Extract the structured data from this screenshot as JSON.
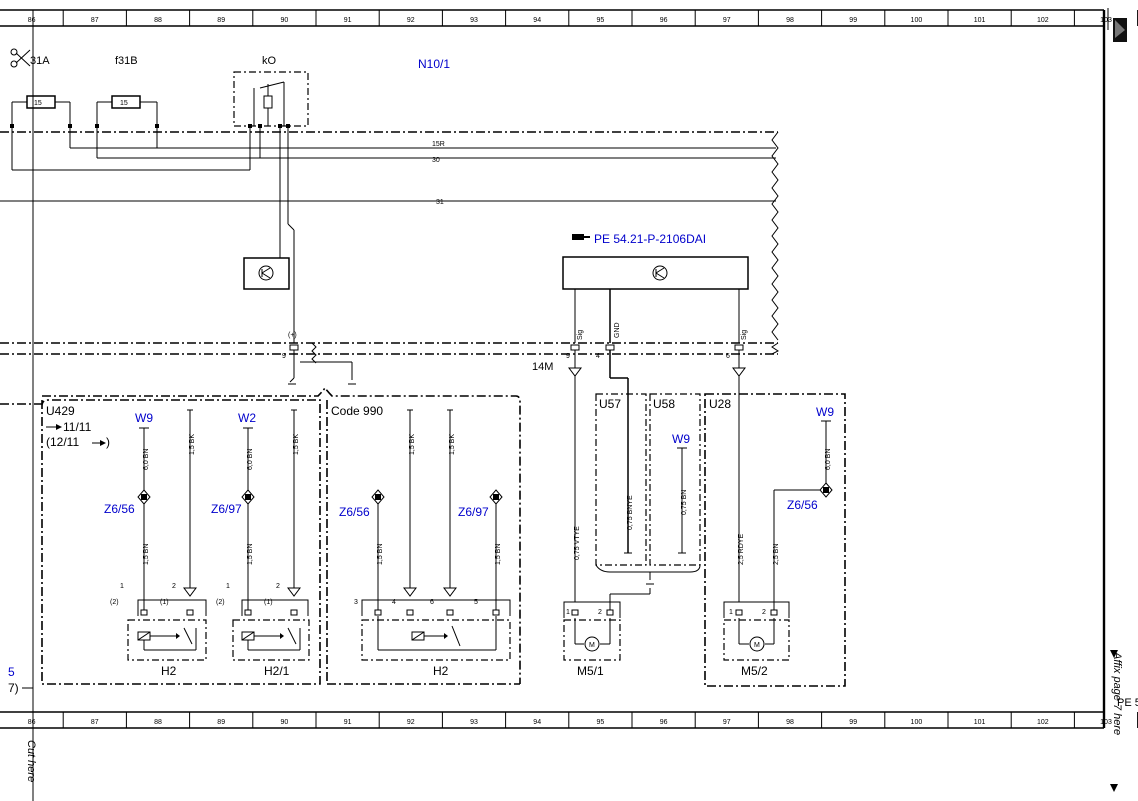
{
  "grid": {
    "columns": [
      "86",
      "87",
      "88",
      "89",
      "90",
      "91",
      "92",
      "93",
      "94",
      "95",
      "96",
      "97",
      "98",
      "99",
      "100",
      "101",
      "102",
      "103"
    ]
  },
  "fuses": {
    "f31a": "31A",
    "f31b": "f31B",
    "fuse_rating": "15",
    "relay": "kO"
  },
  "module": {
    "name": "N10/1",
    "bus_15r": "15R",
    "bus_30": "30",
    "bus_31": "31"
  },
  "reference": {
    "text": "PE 54.21-P-2106DAI"
  },
  "connector": {
    "pin9": "9",
    "pin4": "4",
    "pin6": "6",
    "ground": "14M",
    "sig": "Sig",
    "gnd": "GND",
    "plus": "(+)"
  },
  "groups": {
    "u429": "U429",
    "u429_from": "11/11",
    "u429_until": "(12/11",
    "code990": "Code 990",
    "u57": "U57",
    "u58": "U58",
    "u28": "U28"
  },
  "grounds": {
    "w9": "W9",
    "w2": "W2"
  },
  "points": {
    "z656": "Z6/56",
    "z697": "Z6/97"
  },
  "wires": {
    "bn60": "6,0 BN",
    "bk15": "1,5 BK",
    "bn15": "1,5 BN",
    "vtye": "0,75 VTYE",
    "bnye": "0,75 BNYE",
    "bn075": "0,75 BN",
    "rdye": "2,5 RDYE",
    "bn25": "2,5 BN"
  },
  "pins": {
    "p1": "1",
    "p2": "2",
    "p1b": "(2)",
    "p2b": "(1)",
    "p3": "3",
    "p4": "4",
    "p5": "5",
    "p6": "6",
    "m": "M"
  },
  "components": {
    "h2": "H2",
    "h21": "H2/1",
    "m51": "M5/1",
    "m52": "M5/2"
  },
  "margin": {
    "left_blue": "5",
    "left_black": "7)",
    "affix": "Affix page 7 here",
    "cut": "Cut here",
    "pe": "PE 5"
  }
}
